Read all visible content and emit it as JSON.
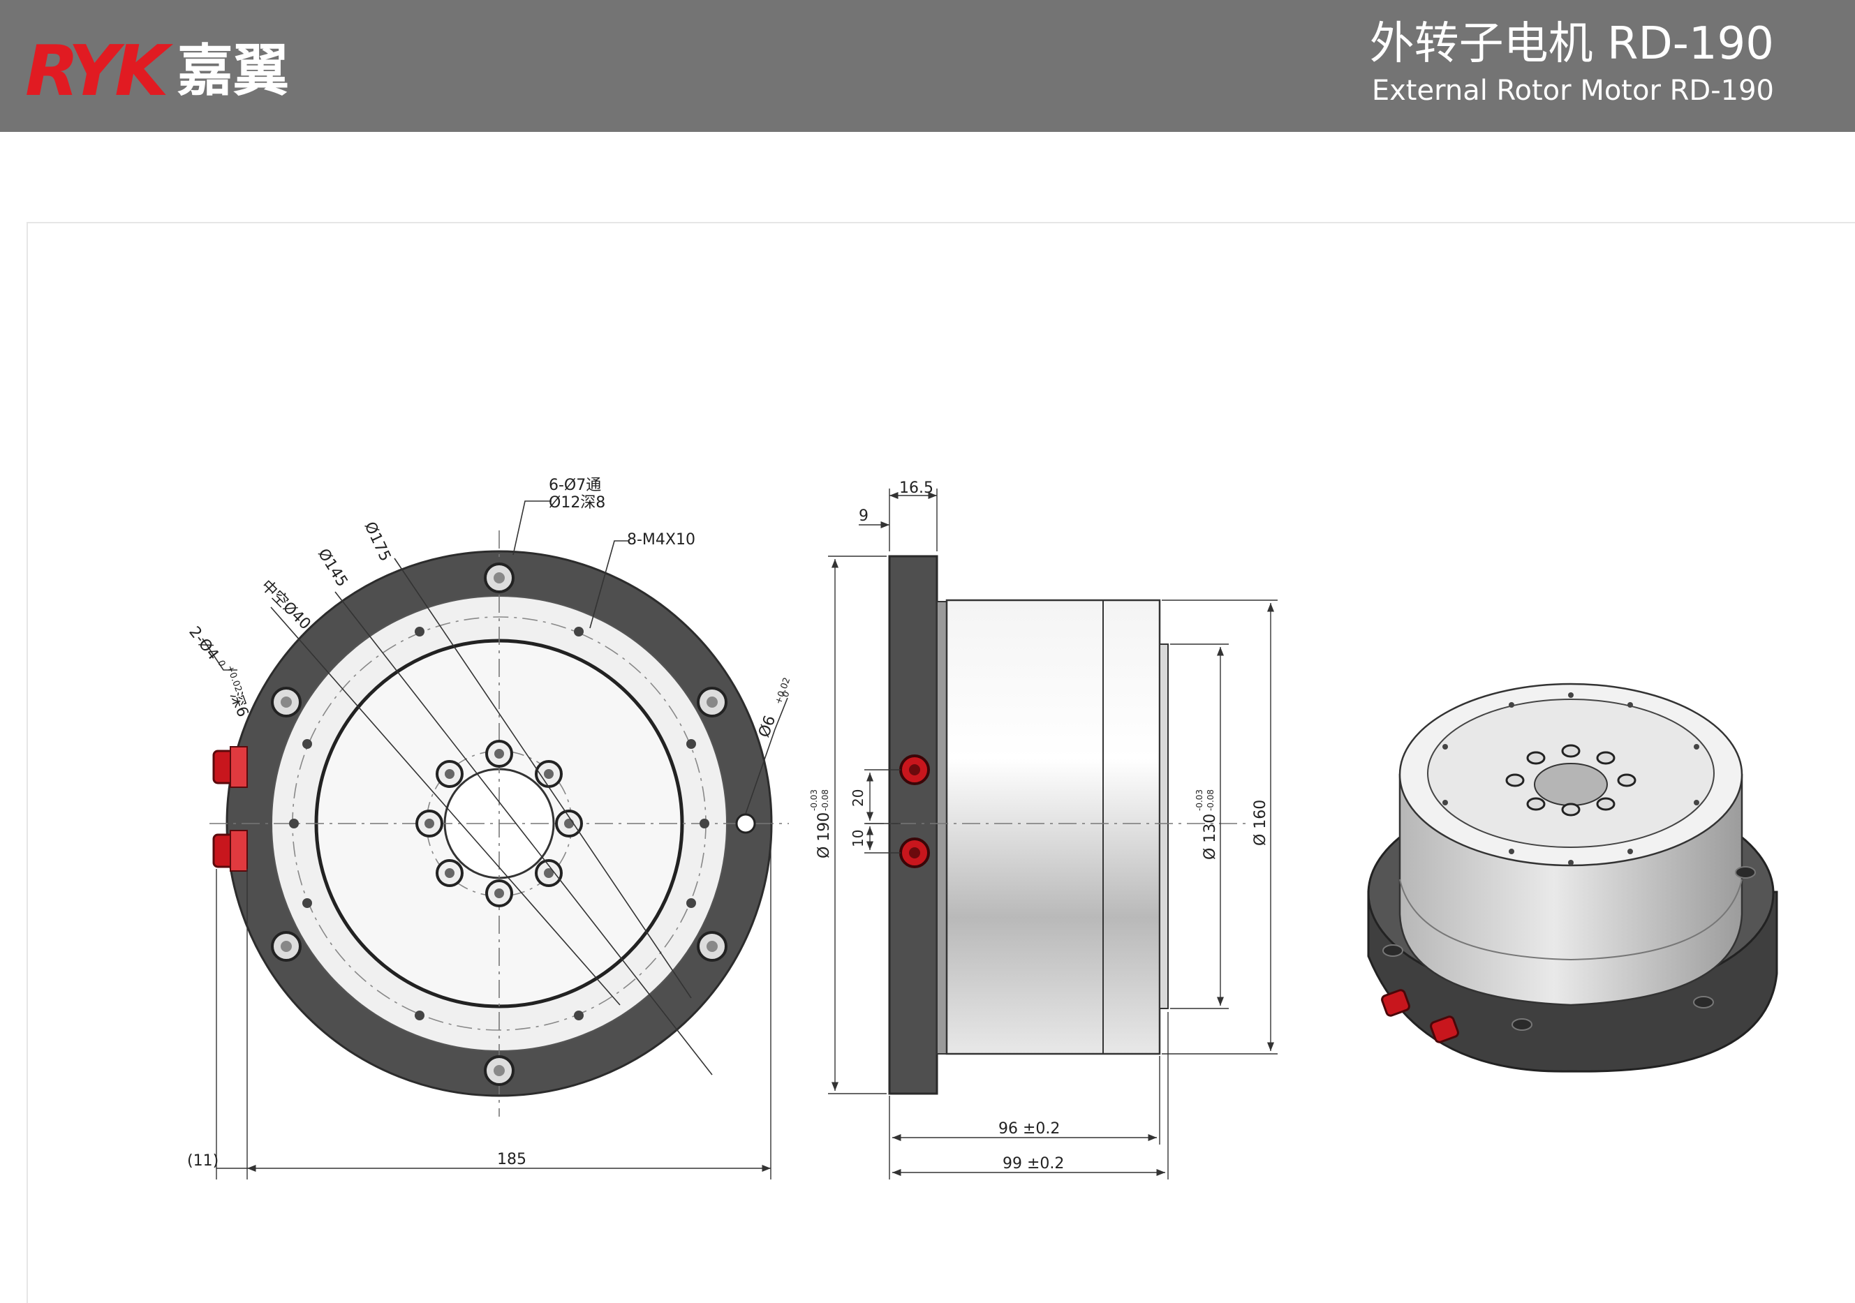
{
  "header": {
    "logo_latin": "RYK",
    "logo_cn": "嘉翼",
    "title_cn": "外转子电机 RD-190",
    "title_en": "External Rotor Motor RD-190",
    "color_bg": "#747474",
    "color_logo": "#e11b22"
  },
  "front_view": {
    "label_holes_line1": "6-Ø7通",
    "label_holes_line2": "Ø12深8",
    "label_threads": "8-M4X10",
    "label_d175": "Ø175",
    "label_d145": "Ø145",
    "label_d40": "中空Ø40",
    "label_pin": "2-Ø4",
    "label_pin_tol_upper": "+0.02",
    "label_pin_tol_lower": "0",
    "label_pin_depth": "深6",
    "label_d6": "Ø6",
    "label_d6_tol_upper": "+0.02",
    "label_d6_tol_lower": "0",
    "label_width": "185",
    "label_offset": "(11)"
  },
  "side_view": {
    "label_16_5": "16.5",
    "label_9": "9",
    "label_d190": "Ø 190",
    "label_d190_tol_upper": "-0.03",
    "label_d190_tol_lower": "-0.08",
    "label_20": "20",
    "label_10": "10",
    "label_d130": "Ø 130",
    "label_d130_tol_upper": "-0.03",
    "label_d130_tol_lower": "-0.08",
    "label_d160": "Ø 160",
    "label_96": "96 ±0.2",
    "label_99": "99 ±0.2"
  },
  "iso_view": {
    "icon": "motor-isometric-render"
  }
}
